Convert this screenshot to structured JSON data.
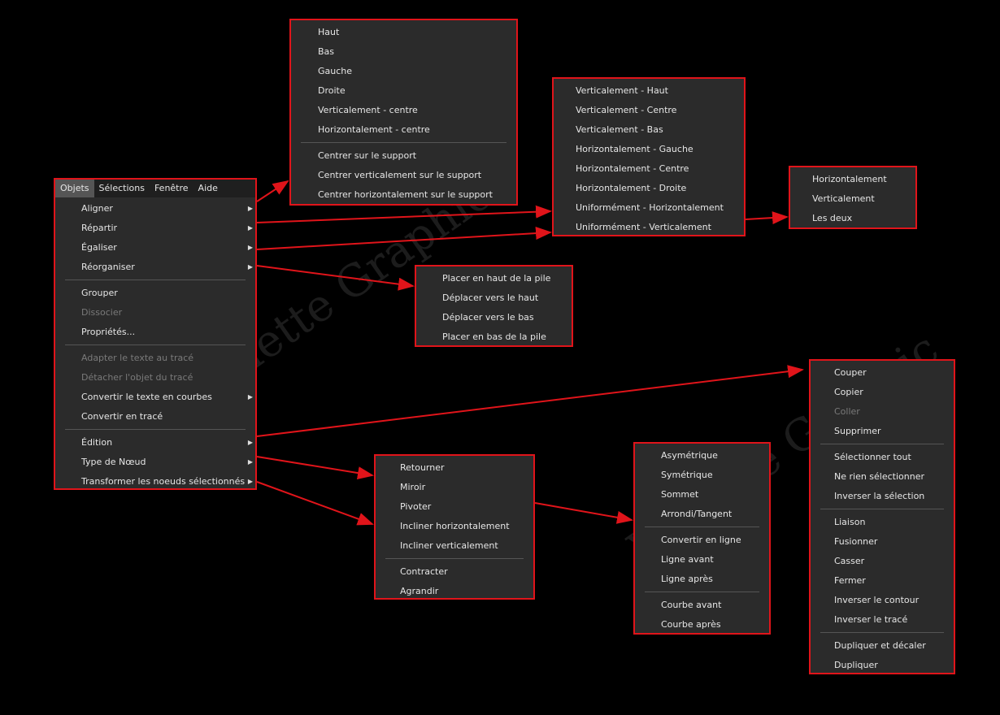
{
  "watermark": "Violette Graphic",
  "menubar": [
    {
      "label": "Objets",
      "active": true
    },
    {
      "label": "Sélections"
    },
    {
      "label": "Fenêtre"
    },
    {
      "label": "Aide"
    }
  ],
  "menus": {
    "main": [
      {
        "label": "Aligner",
        "sub": true
      },
      {
        "label": "Répartir",
        "sub": true
      },
      {
        "label": "Égaliser",
        "sub": true
      },
      {
        "label": "Réorganiser",
        "sub": true
      },
      {
        "sep": true
      },
      {
        "label": "Grouper"
      },
      {
        "label": "Dissocier",
        "disabled": true
      },
      {
        "label": "Propriétés..."
      },
      {
        "sep": true
      },
      {
        "label": "Adapter le texte au tracé",
        "disabled": true
      },
      {
        "label": "Détacher l'objet du tracé",
        "disabled": true
      },
      {
        "label": "Convertir le texte en courbes",
        "sub": true
      },
      {
        "label": "Convertir en tracé"
      },
      {
        "sep": true
      },
      {
        "label": "Édition",
        "sub": true
      },
      {
        "label": "Type de Nœud",
        "sub": true
      },
      {
        "label": "Transformer les noeuds sélectionnés",
        "sub": true
      }
    ],
    "aligner": [
      {
        "label": "Haut"
      },
      {
        "label": "Bas"
      },
      {
        "label": "Gauche"
      },
      {
        "label": "Droite"
      },
      {
        "label": "Verticalement - centre"
      },
      {
        "label": "Horizontalement - centre"
      },
      {
        "sep": true
      },
      {
        "label": "Centrer sur le support"
      },
      {
        "label": "Centrer verticalement sur le support"
      },
      {
        "label": "Centrer horizontalement sur le support"
      }
    ],
    "repartir": [
      {
        "label": "Verticalement - Haut"
      },
      {
        "label": "Verticalement - Centre"
      },
      {
        "label": "Verticalement - Bas"
      },
      {
        "label": "Horizontalement - Gauche"
      },
      {
        "label": "Horizontalement - Centre"
      },
      {
        "label": "Horizontalement - Droite"
      },
      {
        "label": "Uniformément - Horizontalement"
      },
      {
        "label": "Uniformément - Verticalement"
      }
    ],
    "egaliser": [
      {
        "label": "Horizontalement"
      },
      {
        "label": "Verticalement"
      },
      {
        "label": "Les deux"
      }
    ],
    "reorg": [
      {
        "label": "Placer en haut de la pile"
      },
      {
        "label": "Déplacer vers le haut"
      },
      {
        "label": "Déplacer vers le bas"
      },
      {
        "label": "Placer en bas de la pile"
      }
    ],
    "edition": [
      {
        "label": "Couper"
      },
      {
        "label": "Copier"
      },
      {
        "label": "Coller",
        "disabled": true
      },
      {
        "label": "Supprimer"
      },
      {
        "sep": true
      },
      {
        "label": "Sélectionner tout"
      },
      {
        "label": "Ne rien sélectionner"
      },
      {
        "label": "Inverser la sélection"
      },
      {
        "sep": true
      },
      {
        "label": "Liaison"
      },
      {
        "label": "Fusionner"
      },
      {
        "label": "Casser"
      },
      {
        "label": "Fermer"
      },
      {
        "label": "Inverser le contour"
      },
      {
        "label": "Inverser le tracé"
      },
      {
        "sep": true
      },
      {
        "label": "Dupliquer et décaler"
      },
      {
        "label": "Dupliquer"
      }
    ],
    "transform": [
      {
        "label": "Retourner"
      },
      {
        "label": "Miroir"
      },
      {
        "label": "Pivoter"
      },
      {
        "label": "Incliner horizontalement"
      },
      {
        "label": "Incliner verticalement"
      },
      {
        "sep": true
      },
      {
        "label": "Contracter"
      },
      {
        "label": "Agrandir"
      }
    ],
    "noeud": [
      {
        "label": "Asymétrique"
      },
      {
        "label": "Symétrique"
      },
      {
        "label": "Sommet"
      },
      {
        "label": "Arrondi/Tangent"
      },
      {
        "sep": true
      },
      {
        "label": "Convertir en ligne"
      },
      {
        "label": "Ligne avant"
      },
      {
        "label": "Ligne après"
      },
      {
        "sep": true
      },
      {
        "label": "Courbe avant"
      },
      {
        "label": "Courbe après"
      }
    ]
  },
  "colors": {
    "arrow": "#e0141a",
    "menu_bg": "#2b2b2b"
  }
}
